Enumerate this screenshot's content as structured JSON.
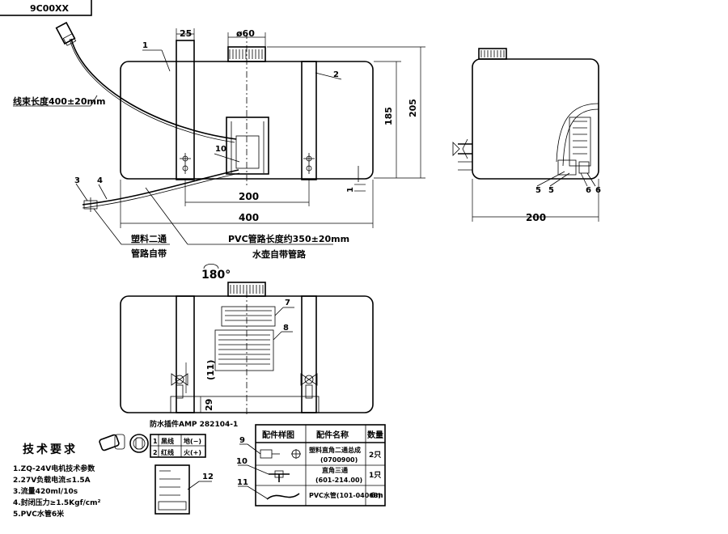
{
  "title_block": {
    "code": "9C00XX"
  },
  "dimensions": {
    "strap_width": "25",
    "cap_diameter": "ø60",
    "height_inner": "185",
    "height_total": "205",
    "mount_spacing": "200",
    "length_total": "400",
    "side_width": "200",
    "offset_small": "1",
    "bottom_offset": "29",
    "bottom_pos": "(11)"
  },
  "callouts": {
    "c1": "1",
    "c2": "2",
    "c3": "3",
    "c4": "4",
    "c5a": "5",
    "c5b": "5",
    "c6a": "6",
    "c6b": "6",
    "c7": "7",
    "c8": "8",
    "c9": "9",
    "c10": "10",
    "c10b": "10",
    "c11": "11",
    "c12": "12"
  },
  "annotations": {
    "harness_length": "线束长度400±20mm",
    "pvc_length": "PVC管路长度约350±20mm",
    "tank_pipe": "水壶自带管路",
    "plastic_tee_1": "塑料二通",
    "plastic_tee_2": "管路自带",
    "rotation": "180°"
  },
  "connector": {
    "title": "防水插件AMP 282104-1",
    "rows": [
      {
        "pin": "1",
        "color": "黑线",
        "role": "地(−)"
      },
      {
        "pin": "2",
        "color": "红线",
        "role": "火(+)"
      }
    ]
  },
  "tech": {
    "title": "技术要求",
    "items": [
      "1.ZQ-24V电机技术参数",
      "2.27V负载电流≤1.5A",
      "3.流量420ml/10s",
      "4.封闭压力≥1.5Kgf/cm²",
      "5.PVC水管6米"
    ]
  },
  "parts_table": {
    "headers": [
      "配件样图",
      "配件名称",
      "数量"
    ],
    "rows": [
      {
        "name": "塑料直角二通总成",
        "code": "(0700900)",
        "qty": "2只"
      },
      {
        "name": "直角三通",
        "code": "(601-214.00)",
        "qty": "1只"
      },
      {
        "name": "PVC水管(101-04068)",
        "code": "",
        "qty": "6m"
      }
    ]
  }
}
